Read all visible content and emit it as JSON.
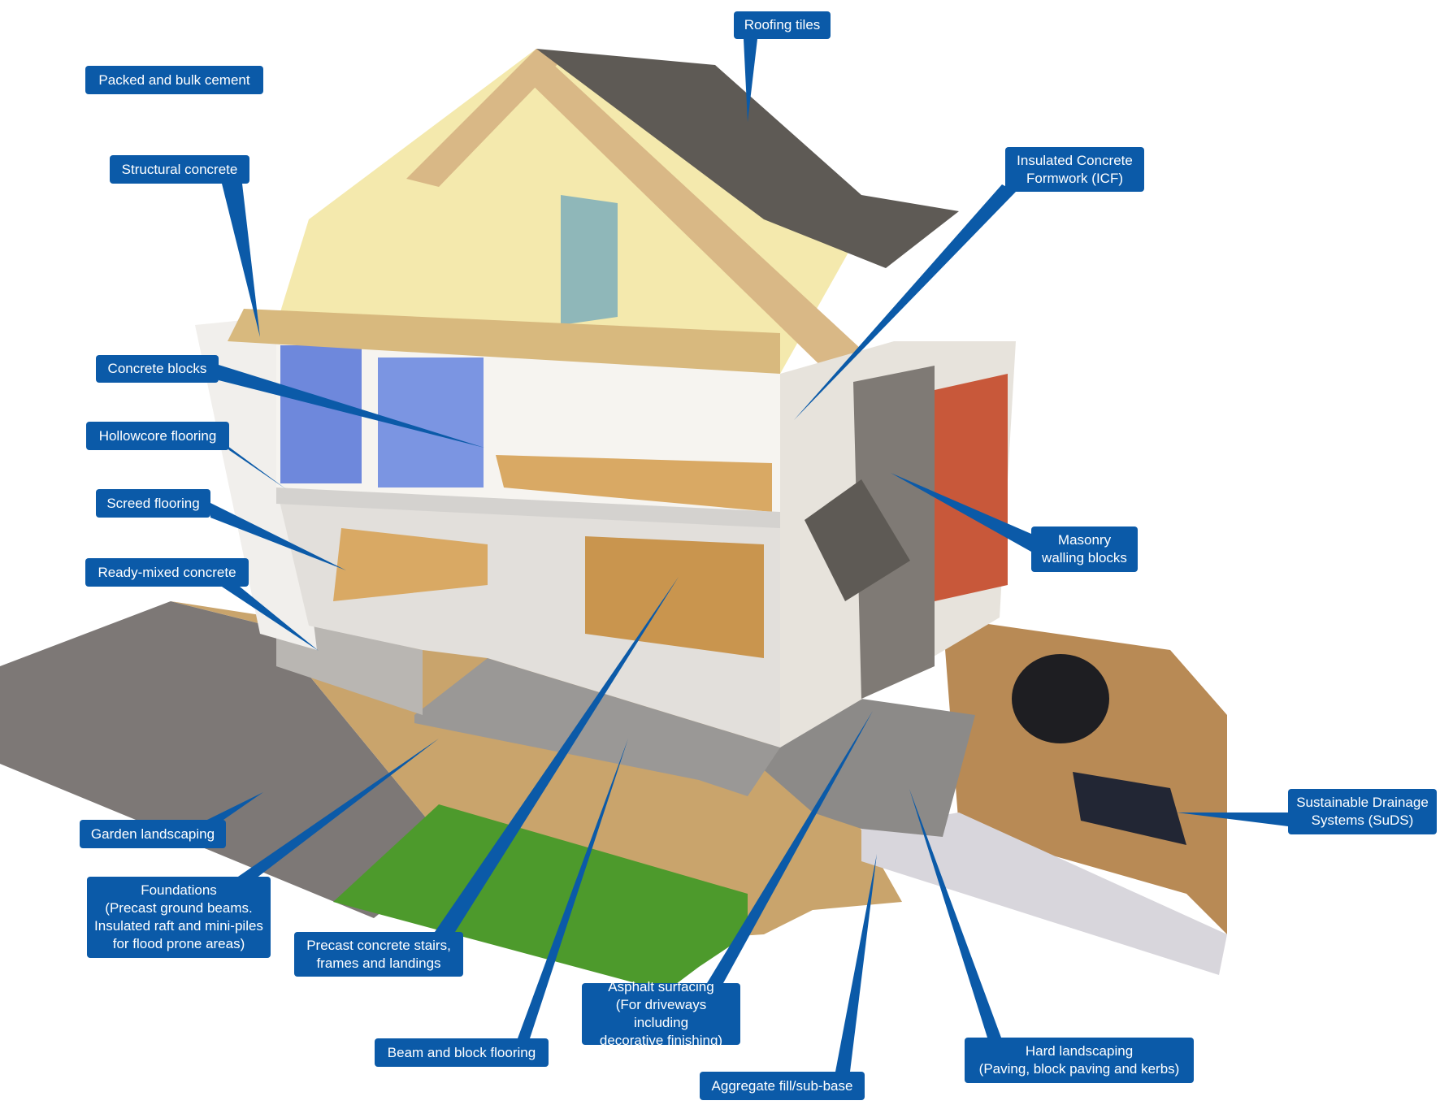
{
  "colors": {
    "label_bg": "#0b5aa8",
    "label_text": "#ffffff",
    "pointer": "#0b5aa8"
  },
  "labels": {
    "roofing_tiles": {
      "title": "Roofing tiles"
    },
    "packed_cement": {
      "title": "Packed and bulk cement"
    },
    "structural_concrete": {
      "title": "Structural concrete"
    },
    "icf": {
      "title": "Insulated Concrete",
      "line2": "Formwork (ICF)"
    },
    "concrete_blocks": {
      "title": "Concrete blocks"
    },
    "hollowcore": {
      "title": "Hollowcore flooring"
    },
    "screed": {
      "title": "Screed flooring"
    },
    "ready_mixed": {
      "title": "Ready-mixed concrete"
    },
    "masonry": {
      "title": "Masonry",
      "line2": "walling blocks"
    },
    "suds": {
      "title": "Sustainable Drainage",
      "line2": "Systems (SuDS)"
    },
    "garden": {
      "title": "Garden landscaping"
    },
    "foundations": {
      "title": "Foundations",
      "line2": "(Precast ground beams.",
      "line3": "Insulated raft and mini-piles",
      "line4": "for flood prone areas)"
    },
    "precast_stairs": {
      "title": "Precast concrete stairs,",
      "line2": "frames and landings"
    },
    "asphalt": {
      "title": "Asphalt surfacing",
      "line2": "(For driveways including",
      "line3": "decorative finishing)"
    },
    "beam_block": {
      "title": "Beam and block flooring"
    },
    "aggregate": {
      "title": "Aggregate fill/sub-base"
    },
    "hard_landscaping": {
      "title": "Hard landscaping",
      "line2": "(Paving, block paving and kerbs)"
    }
  }
}
